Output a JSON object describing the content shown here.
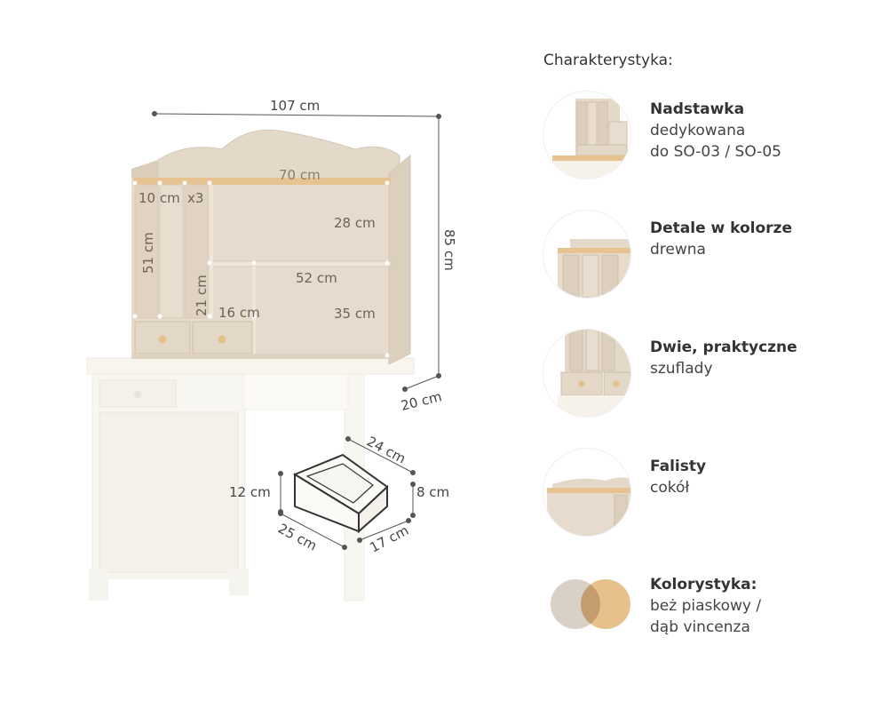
{
  "header": {
    "title": "Charakterystyka:"
  },
  "dimensions": {
    "width_total": "107 cm",
    "height_total": "85 cm",
    "depth": "20 cm",
    "inner_width_top": "70 cm",
    "compartment_width": "10 cm",
    "compartment_count": "x3",
    "upper_shelf_height": "28 cm",
    "compartment_height": "51 cm",
    "middle_shelf_width": "52 cm",
    "small_compartment_height": "21 cm",
    "small_compartment_width": "16 cm",
    "lower_shelf_height": "35 cm",
    "drawer_depth": "24 cm",
    "drawer_height_outer": "12 cm",
    "drawer_height_inner": "8 cm",
    "drawer_width_outer": "25 cm",
    "drawer_width_inner": "17 cm"
  },
  "features": [
    {
      "title": "Nadstawka",
      "lines": [
        "dedykowana",
        "do SO-03 / SO-05"
      ],
      "icon": "hutch-thumbnail"
    },
    {
      "title": "Detale w kolorze",
      "lines": [
        "drewna"
      ],
      "icon": "wood-detail-thumbnail"
    },
    {
      "title": "Dwie, praktyczne",
      "lines": [
        "szuflady"
      ],
      "icon": "drawers-thumbnail"
    },
    {
      "title": "Falisty",
      "lines": [
        "cokół"
      ],
      "icon": "wavy-top-thumbnail"
    },
    {
      "title": "Kolorystyka:",
      "lines": [
        "beż piaskowy /",
        "dąb vincenza"
      ],
      "icon": "color-swatches"
    }
  ],
  "colors": {
    "beige": "#e4d8c9",
    "beige_dark": "#d7c8b5",
    "oak": "#e7c391",
    "swatch_beige": "#d9d0c6",
    "swatch_oak": "#e8c08c",
    "desk_white": "#f7f5ee"
  }
}
